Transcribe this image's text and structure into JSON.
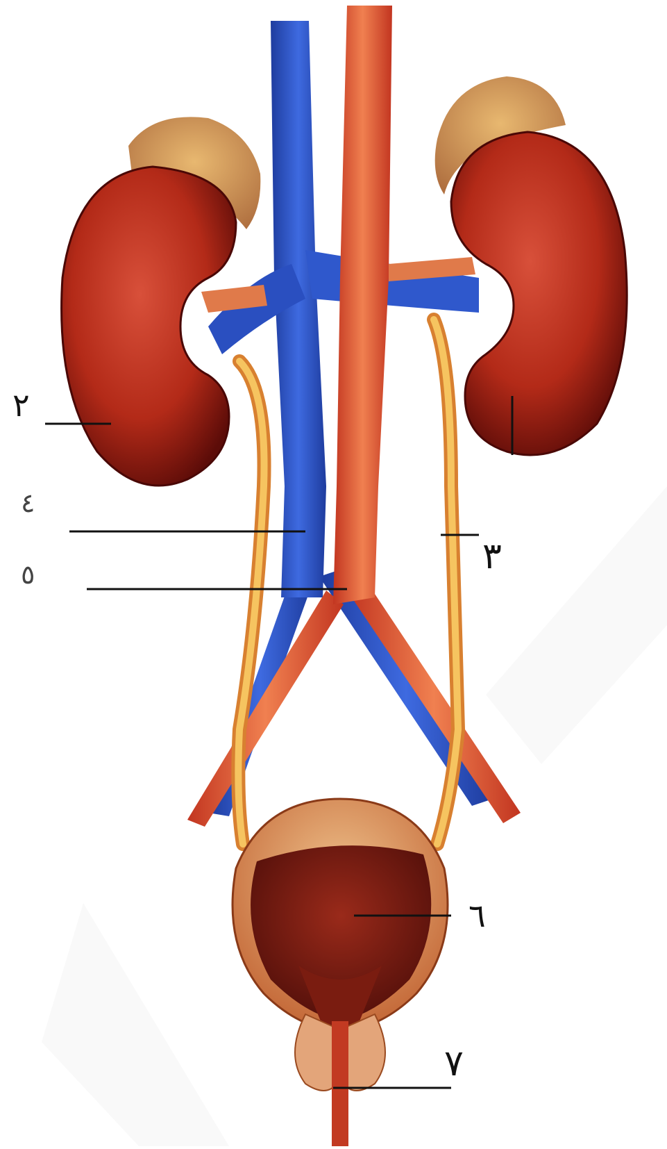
{
  "diagram": {
    "labels": {
      "kidney": "٢",
      "ureter": "٣",
      "vena_cava": "٤",
      "aorta": "٥",
      "bladder": "٦",
      "urethra": "٧"
    }
  },
  "colors": {
    "kidney": "#b5301d",
    "kidney_dark": "#5c0c08",
    "adrenal": "#d8a060",
    "vein": "#2a4fc0",
    "artery": "#d9442a",
    "ureter": "#f0b050",
    "bladder_outer": "#d97a45",
    "bladder_inner": "#6a1810"
  }
}
